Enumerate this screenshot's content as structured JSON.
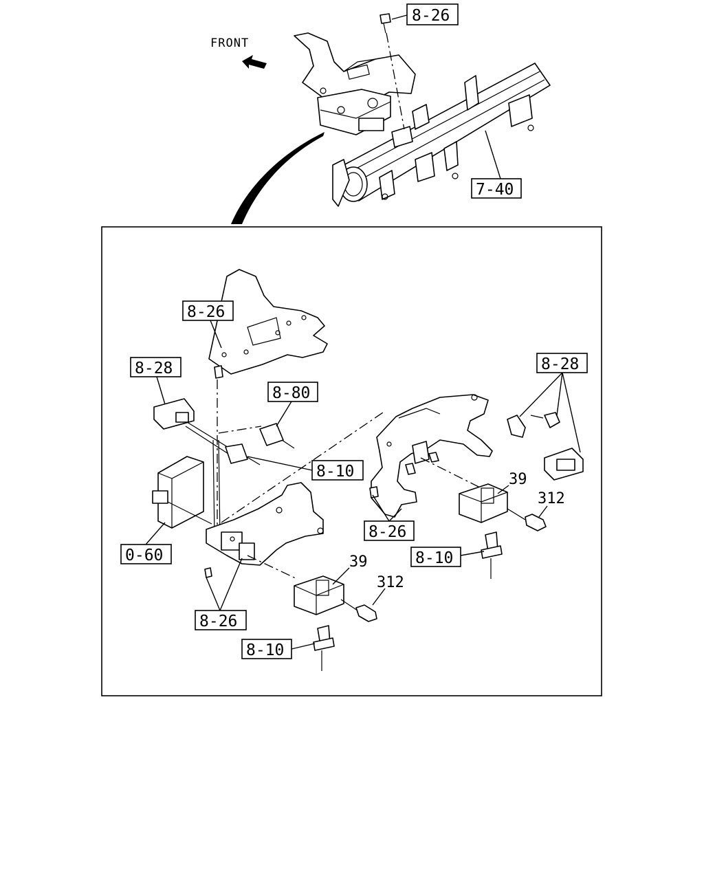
{
  "overview": {
    "front_label": "FRONT",
    "callouts": {
      "top_bolt": "8-26",
      "crossmember": "7-40"
    }
  },
  "detail": {
    "callouts": {
      "bracket_upper": "8-26",
      "connector_left": "8-28",
      "connector_mid": "8-80",
      "connector_small": "8-10",
      "module_left": "0-60",
      "bracket_lower_left": "8-26",
      "bracket_right": "8-26",
      "connectors_right": "8-28",
      "sensor_right": "8-10",
      "sensor_bottom": "8-10",
      "part_39_right": "39",
      "part_312_right": "312",
      "part_39_left": "39",
      "part_312_left": "312"
    }
  },
  "colors": {
    "line": "#000000",
    "background": "#ffffff"
  }
}
